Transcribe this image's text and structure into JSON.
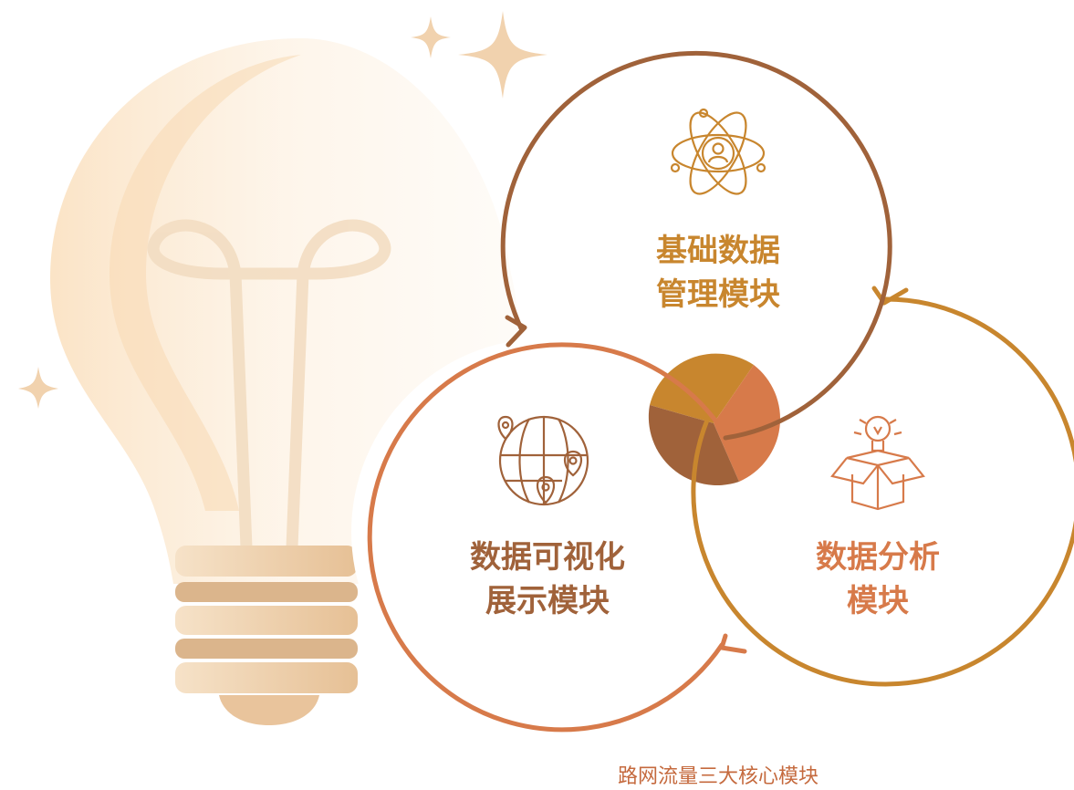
{
  "modules": [
    {
      "line1": "基础数据",
      "line2": "管理模块",
      "color": "#C8862E",
      "icon": "atom-user-icon"
    },
    {
      "line1": "数据分析",
      "line2": "模块",
      "color": "#D77A4A",
      "icon": "lightbulb-box-icon"
    },
    {
      "line1": "数据可视化",
      "line2": "展示模块",
      "color": "#A0623A",
      "icon": "globe-pins-icon"
    }
  ],
  "caption": "路网流量三大核心模块",
  "colors": {
    "caption": "#C56A3E",
    "bulb_light": "#FCEBD5",
    "bulb_mid": "#F7D6AE",
    "bulb_base": "#E9C49C",
    "sparkle": "#F1D2AE"
  }
}
